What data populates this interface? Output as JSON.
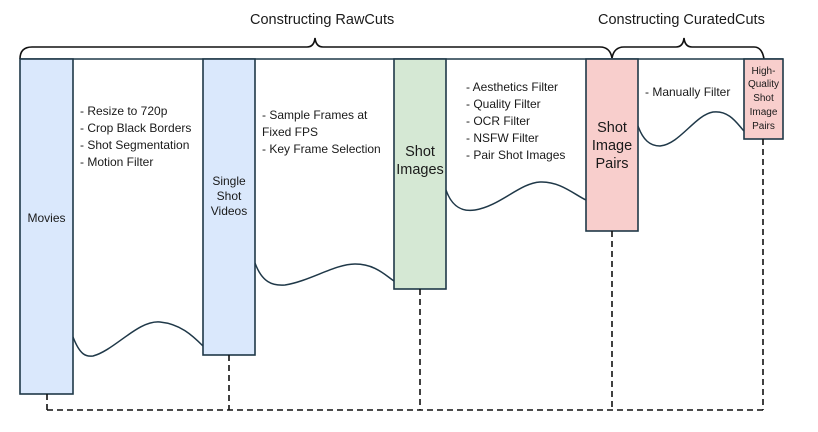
{
  "stages": [
    {
      "title": "Constructing RawCuts",
      "covers": [
        "movies",
        "single-shot-videos",
        "shot-images",
        "shot-image-pairs"
      ]
    },
    {
      "title": "Constructing CuratedCuts",
      "covers": [
        "shot-image-pairs",
        "high-quality-shot-image-pairs"
      ]
    }
  ],
  "nodes": [
    {
      "id": "movies",
      "label": "Movies",
      "color": "#dae8fc"
    },
    {
      "id": "single-shot-videos",
      "label": "Single\nShot\nVideos",
      "color": "#dae8fc"
    },
    {
      "id": "shot-images",
      "label": "Shot\nImages",
      "color": "#d5e8d4"
    },
    {
      "id": "shot-image-pairs",
      "label": "Shot\nImage\nPairs",
      "color": "#f8cecc"
    },
    {
      "id": "high-quality-shot-image-pairs",
      "label": "High-\nQuality\nShot\nImage\nPairs",
      "color": "#f8cecc"
    }
  ],
  "steps": [
    {
      "from": "movies",
      "to": "single-shot-videos",
      "items": [
        "- Resize to 720p",
        "- Crop Black Borders",
        "- Shot Segmentation",
        "- Motion Filter"
      ]
    },
    {
      "from": "single-shot-videos",
      "to": "shot-images",
      "items": [
        "- Sample Frames at",
        "Fixed FPS",
        "- Key Frame Selection"
      ]
    },
    {
      "from": "shot-images",
      "to": "shot-image-pairs",
      "items": [
        "- Aesthetics Filter",
        "- Quality Filter",
        "- OCR Filter",
        "- NSFW Filter",
        "- Pair Shot Images"
      ]
    },
    {
      "from": "shot-image-pairs",
      "to": "high-quality-shot-image-pairs",
      "items": [
        "- Manually Filter"
      ]
    }
  ],
  "colors": {
    "outline": "#1f3848",
    "dashed_line": "#111111"
  }
}
